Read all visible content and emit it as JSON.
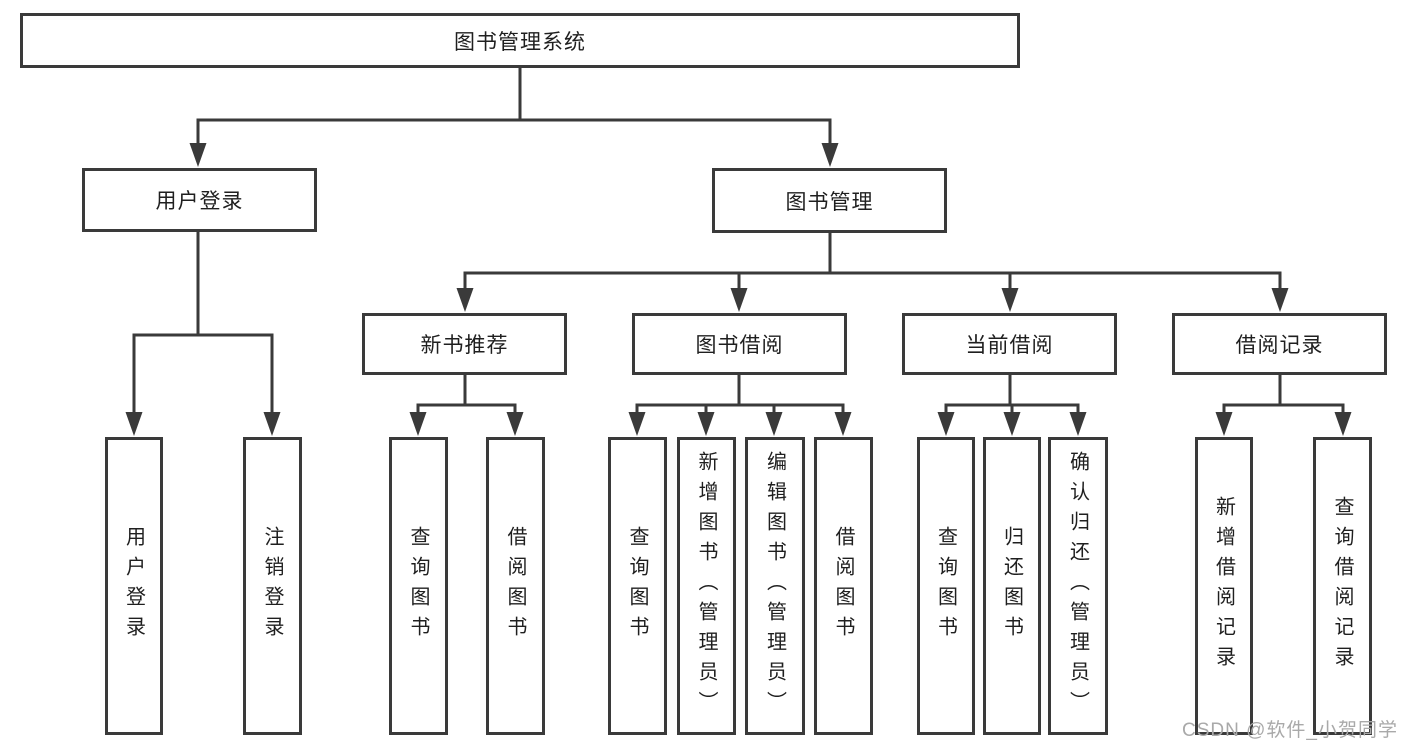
{
  "root": {
    "label": "图书管理系统"
  },
  "branches": {
    "user": {
      "label": "用户登录",
      "children": [
        "用户登录",
        "注销登录"
      ]
    },
    "book": {
      "label": "图书管理",
      "groups": [
        {
          "label": "新书推荐",
          "children": [
            "查询图书",
            "借阅图书"
          ]
        },
        {
          "label": "图书借阅",
          "children": [
            "查询图书",
            "新增图书（管理员）",
            "编辑图书（管理员）",
            "借阅图书"
          ]
        },
        {
          "label": "当前借阅",
          "children": [
            "查询图书",
            "归还图书",
            "确认归还（管理员）"
          ]
        },
        {
          "label": "借阅记录",
          "children": [
            "新增借阅记录",
            "查询借阅记录"
          ]
        }
      ]
    }
  },
  "watermark": {
    "text": "CSDN @软件_小贺同学"
  },
  "colors": {
    "line": "#3a3a3a",
    "text": "#1f1f1f",
    "watermark": "#a9a9a9",
    "background": "#ffffff"
  }
}
